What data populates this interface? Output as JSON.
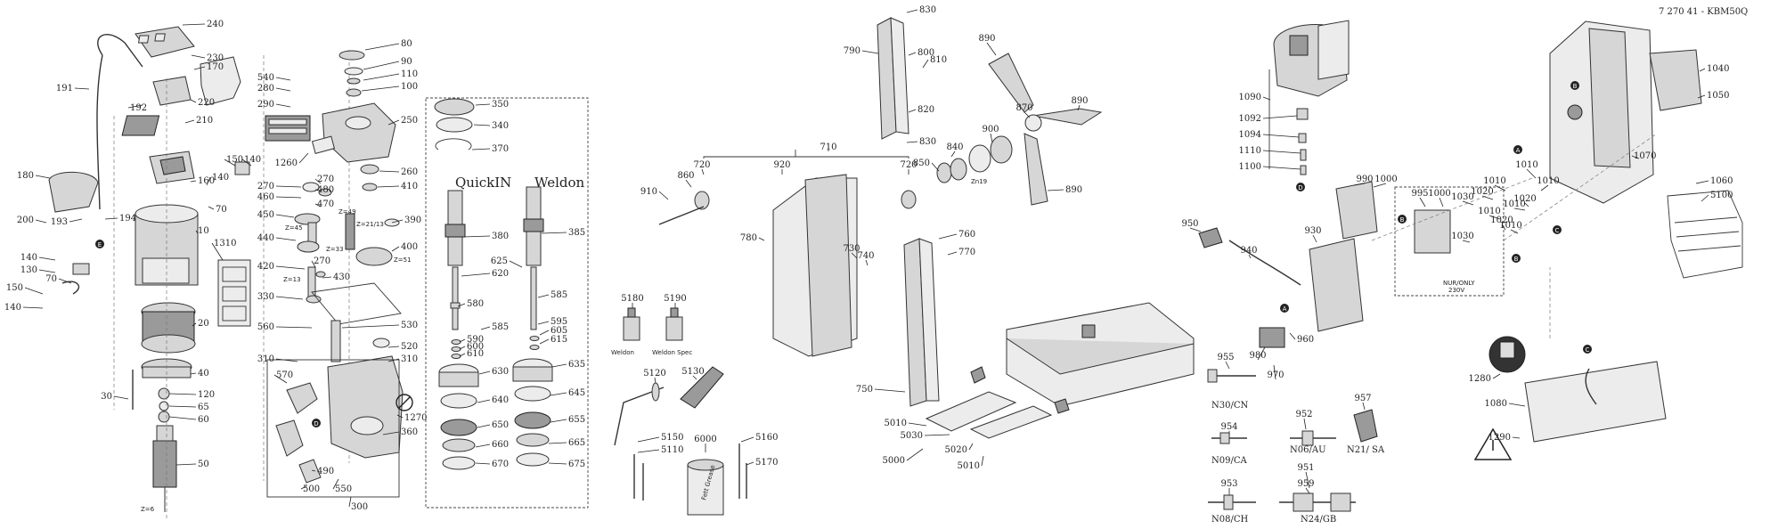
{
  "document": {
    "code": "7 270 41 - KBM50Q",
    "variant_quickin": "QuickIN",
    "variant_weldon": "Weldon",
    "weldon_adapter": "Weldon",
    "weldon_spec": "Weldon Spec",
    "grease_label": "Fett Grease",
    "region_note_line1": "NUR/ONLY",
    "region_note_line2": "230V",
    "markers": {
      "a": "A",
      "b": "B",
      "c": "C",
      "d": "D",
      "e": "E"
    }
  },
  "part_numbers": {
    "p240": "240",
    "p230": "230",
    "p170": "170",
    "p191": "191",
    "p220": "220",
    "p192": "192",
    "p210": "210",
    "p180": "180",
    "p200": "200",
    "p193": "193",
    "p194": "194",
    "p150a": "150",
    "p140a": "140",
    "p160": "160",
    "p140b": "140",
    "p70a": "70",
    "p10": "10",
    "p1310": "1310",
    "p140c": "140",
    "p130": "130",
    "p70b": "70",
    "p150b": "150",
    "p140d": "140",
    "p20": "20",
    "p40": "40",
    "p30": "30",
    "p120": "120",
    "p65": "65",
    "p60": "60",
    "p50": "50",
    "p80": "80",
    "p90": "90",
    "p110": "110",
    "p100": "100",
    "p540": "540",
    "p280": "280",
    "p290": "290",
    "p250": "250",
    "p1260": "1260",
    "p260": "260",
    "p410": "410",
    "p270a": "270",
    "p460": "460",
    "p480": "480",
    "p270b": "270",
    "p470": "470",
    "p450": "450",
    "p440": "440",
    "p390": "390",
    "p400": "400",
    "p420": "420",
    "p270c": "270",
    "p430": "430",
    "p330": "330",
    "p560": "560",
    "p530": "530",
    "p520": "520",
    "p310a": "310",
    "p310b": "310",
    "p570": "570",
    "p1270": "1270",
    "p360": "360",
    "p490": "490",
    "p500": "500",
    "p550": "550",
    "p300": "300",
    "p350": "350",
    "p340": "340",
    "p370": "370",
    "p380": "380",
    "p620": "620",
    "p580": "580",
    "p590": "590",
    "p600": "600",
    "p610": "610",
    "p630": "630",
    "p640": "640",
    "p650": "650",
    "p660": "660",
    "p670": "670",
    "p385": "385",
    "p625": "625",
    "p585a": "585",
    "p585b": "585",
    "p595": "595",
    "p605": "605",
    "p615": "615",
    "p635": "635",
    "p645": "645",
    "p655": "655",
    "p665": "665",
    "p675": "675",
    "p5180": "5180",
    "p5190": "5190",
    "p5120": "5120",
    "p5130": "5130",
    "p5150": "5150",
    "p5110": "5110",
    "p6000": "6000",
    "p5160": "5160",
    "p5170": "5170",
    "p830a": "830",
    "p790": "790",
    "p800": "800",
    "p810": "810",
    "p820": "820",
    "p830b": "830",
    "p890a": "890",
    "p870": "870",
    "p890b": "890",
    "p890c": "890",
    "p840": "840",
    "p900": "900",
    "p850": "850",
    "p710": "710",
    "p920": "920",
    "p720a": "720",
    "p720b": "720",
    "p860": "860",
    "p910": "910",
    "p780": "780",
    "p760": "760",
    "p770": "770",
    "p730": "730",
    "p740": "740",
    "p750": "750",
    "p5010a": "5010",
    "p5030": "5030",
    "p5020": "5020",
    "p5000": "5000",
    "p5010b": "5010",
    "p1090": "1090",
    "p1092": "1092",
    "p1094": "1094",
    "p1110": "1110",
    "p1100": "1100",
    "p990": "990",
    "p1000a": "1000",
    "p930": "930",
    "p950": "950",
    "p940": "940",
    "p995": "995",
    "p1000b": "1000",
    "p960": "960",
    "p980": "980",
    "p970": "970",
    "p955": "955",
    "p952": "952",
    "p957": "957",
    "p954": "954",
    "p953": "953",
    "p951": "951",
    "p959": "959",
    "p1040": "1040",
    "p1050": "1050",
    "p1070": "1070",
    "p1010a": "1010",
    "p1010b": "1010",
    "p1010c": "1010",
    "p1010d": "1010",
    "p1010e": "1010",
    "p1010f": "1010",
    "p1020a": "1020",
    "p1020b": "1020",
    "p1020c": "1020",
    "p1030a": "1030",
    "p1030b": "1030",
    "p1060": "1060",
    "p5100": "5100",
    "p1280": "1280",
    "p1080": "1080",
    "p1290": "1290"
  },
  "gear_teeth": {
    "z49": "Z=49",
    "z45": "Z=45",
    "z21_13": "Z=21/13",
    "z33": "Z=33",
    "z51": "Z=51",
    "z13": "Z=13",
    "z6": "Z=6",
    "z19": "Zn19"
  },
  "plug_variants": {
    "n30": "N30/CN",
    "n09": "N09/CA",
    "n06": "N06/AU",
    "n21": "N21/ SA",
    "n08": "N08/CH",
    "n24": "N24/GB"
  }
}
